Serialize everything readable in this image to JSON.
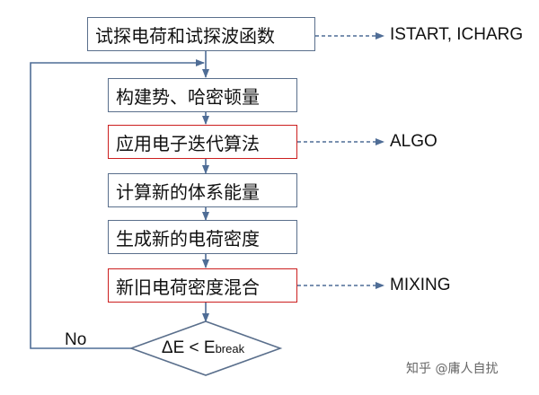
{
  "steps": [
    {
      "label": "试探电荷和试探波函数"
    },
    {
      "label": "构建势、哈密顿量"
    },
    {
      "label": "应用电子迭代算法"
    },
    {
      "label": "计算新的体系能量"
    },
    {
      "label": "生成新的电荷密度"
    },
    {
      "label": "新旧电荷密度混合"
    }
  ],
  "notes": {
    "start": "ISTART, ICHARG",
    "algo": "ALGO",
    "mixing": "MIXING"
  },
  "decision": {
    "prefix": "ΔE < E",
    "subscript": "break",
    "no_label": "No"
  },
  "watermark": "知乎 @庸人自扰",
  "colors": {
    "box_border": "#5a6f8c",
    "highlight_border": "#cc1f1f",
    "arrow": "#4f6d96"
  }
}
